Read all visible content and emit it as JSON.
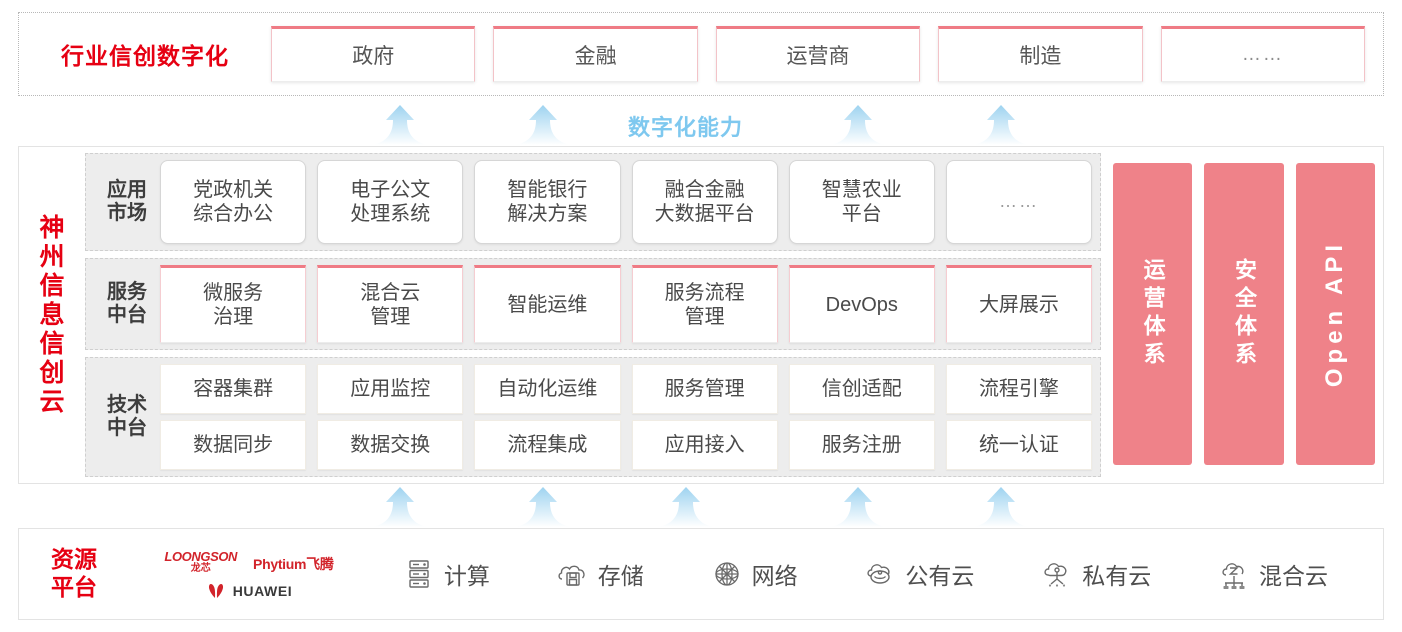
{
  "industry": {
    "title": "行业信创数字化",
    "cards": [
      {
        "label": "政府"
      },
      {
        "label": "金融"
      },
      {
        "label": "运营商"
      },
      {
        "label": "制造"
      },
      {
        "label": "……"
      }
    ]
  },
  "capability": {
    "label": "数字化能力"
  },
  "cloud": {
    "title_chars": [
      "神",
      "州",
      "信",
      "息",
      "信",
      "创",
      "云"
    ],
    "layers": [
      {
        "key": "app-market",
        "label": "应用\n市场",
        "label_line1": "应用",
        "label_line2": "市场",
        "cards": [
          "党政机关\n综合办公",
          "电子公文\n处理系统",
          "智能银行\n解决方案",
          "融合金融\n大数据平台",
          "智慧农业\n平台",
          "……"
        ],
        "cards_rows": [
          [
            "党政机关",
            "综合办公"
          ],
          [
            "电子公文",
            "处理系统"
          ],
          [
            "智能银行",
            "解决方案"
          ],
          [
            "融合金融",
            "大数据平台"
          ],
          [
            "智慧农业",
            "平台"
          ],
          [
            "……",
            ""
          ]
        ]
      },
      {
        "key": "service-platform",
        "label_line1": "服务",
        "label_line2": "中台",
        "cards_rows": [
          [
            "微服务",
            "治理"
          ],
          [
            "混合云",
            "管理"
          ],
          [
            "智能运维",
            ""
          ],
          [
            "服务流程",
            "管理"
          ],
          [
            "DevOps",
            ""
          ],
          [
            "大屏展示",
            ""
          ]
        ]
      },
      {
        "key": "tech-platform",
        "label_line1": "技术",
        "label_line2": "中台",
        "row1": [
          "容器集群",
          "应用监控",
          "自动化运维",
          "服务管理",
          "信创适配",
          "流程引擎"
        ],
        "row2": [
          "数据同步",
          "数据交换",
          "流程集成",
          "应用接入",
          "服务注册",
          "统一认证"
        ]
      }
    ],
    "pillars": [
      {
        "label": "运营体系",
        "type": "cn"
      },
      {
        "label": "安全体系",
        "type": "cn"
      },
      {
        "label": "Open API",
        "type": "en"
      }
    ]
  },
  "resource": {
    "title_line1": "资源",
    "title_line2": "平台",
    "vendors": [
      {
        "name_en": "LOONGSON",
        "name_cn": "龙芯"
      },
      {
        "name": "Phytium飞腾"
      },
      {
        "name": "HUAWEI"
      }
    ],
    "items": [
      {
        "label": "计算",
        "icon": "server-rack-icon"
      },
      {
        "label": "存储",
        "icon": "cloud-storage-icon"
      },
      {
        "label": "网络",
        "icon": "network-globe-icon"
      },
      {
        "label": "公有云",
        "icon": "public-cloud-icon"
      },
      {
        "label": "私有云",
        "icon": "private-cloud-icon"
      },
      {
        "label": "混合云",
        "icon": "hybrid-cloud-icon"
      }
    ]
  },
  "colors": {
    "brand_red": "#e60012",
    "pillar_pink": "#ef8289",
    "card_accent": "#ef7b85",
    "arrow_blue": "#a8d8f0",
    "capability_blue": "#7ec8ef"
  }
}
